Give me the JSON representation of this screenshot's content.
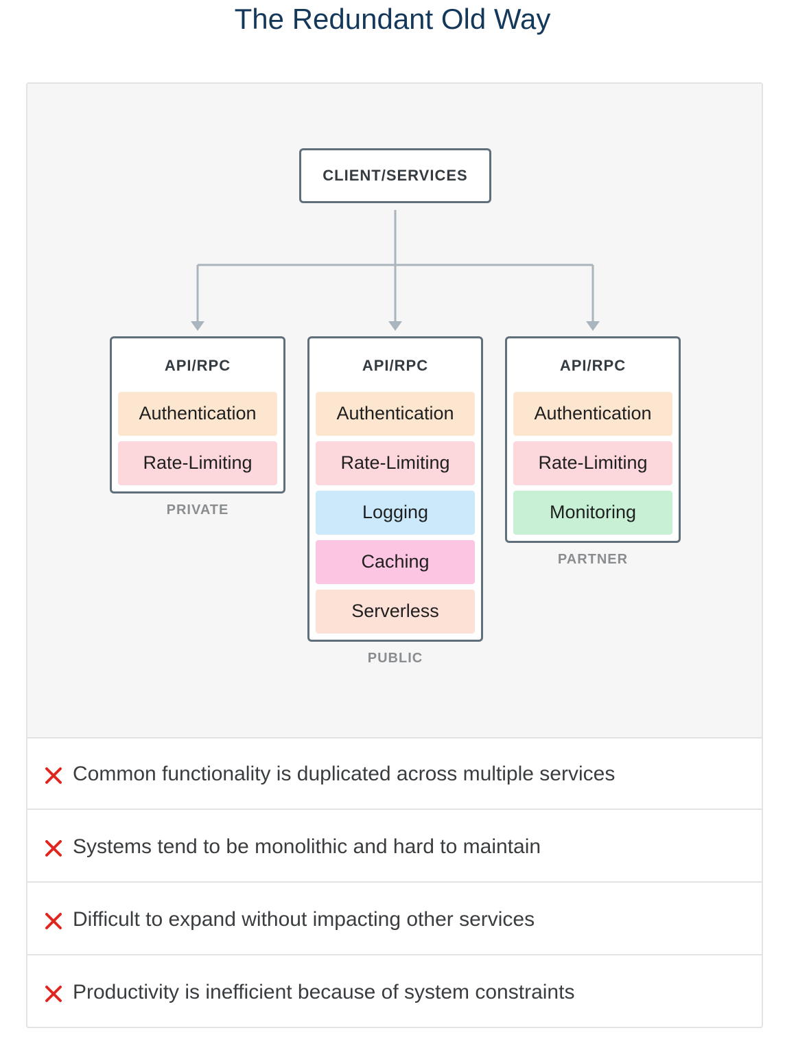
{
  "title": "The Redundant Old Way",
  "diagram": {
    "client": "CLIENT/SERVICES",
    "boxes": [
      {
        "head": "API/RPC",
        "caption": "PRIVATE",
        "features": [
          {
            "label": "Authentication",
            "color": "#fde6cf"
          },
          {
            "label": "Rate-Limiting",
            "color": "#fcd8dd"
          }
        ]
      },
      {
        "head": "API/RPC",
        "caption": "PUBLIC",
        "features": [
          {
            "label": "Authentication",
            "color": "#fde6cf"
          },
          {
            "label": "Rate-Limiting",
            "color": "#fcd8dd"
          },
          {
            "label": "Logging",
            "color": "#cbe9fb"
          },
          {
            "label": "Caching",
            "color": "#fcc5e2"
          },
          {
            "label": "Serverless",
            "color": "#fde0d6"
          }
        ]
      },
      {
        "head": "API/RPC",
        "caption": "PARTNER",
        "features": [
          {
            "label": "Authentication",
            "color": "#fde6cf"
          },
          {
            "label": "Rate-Limiting",
            "color": "#fcd8dd"
          },
          {
            "label": "Monitoring",
            "color": "#c8f0d5"
          }
        ]
      }
    ],
    "connector_color": "#a9b4bd"
  },
  "drawbacks": [
    "Common functionality is duplicated across multiple services",
    "Systems tend to be monolithic and hard to maintain",
    "Difficult to expand without impacting other services",
    "Productivity is inefficient because of system constraints"
  ],
  "drawback_icon": "x-icon",
  "drawback_icon_color": "#e0271f"
}
